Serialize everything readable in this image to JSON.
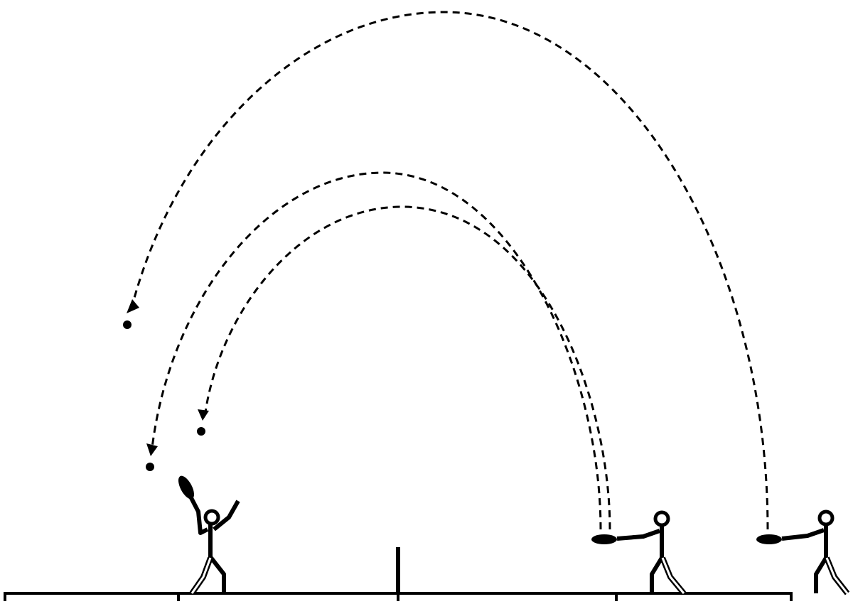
{
  "colors": {
    "ink": "#000000",
    "background": "#ffffff"
  },
  "icons": {
    "player": "stick-figure-icon",
    "racket": "racket-icon",
    "shuttlecock": "shuttlecock-dot-icon",
    "arrow": "arrowhead-icon"
  },
  "scene": {
    "court": "baseline-with-net",
    "players": [
      "receiver-left",
      "server-right-near",
      "server-right-far"
    ],
    "trajectories": [
      "short-serve-low",
      "short-serve-mid",
      "long-serve-high"
    ]
  }
}
